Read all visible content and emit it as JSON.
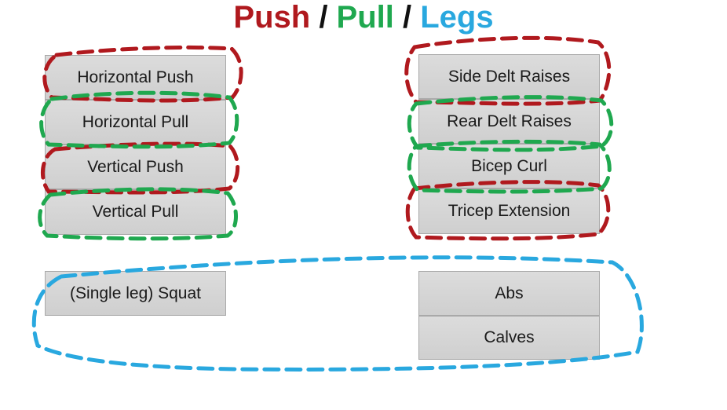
{
  "title": {
    "push": "Push",
    "slash1": " / ",
    "pull": "Pull",
    "slash2": " / ",
    "legs": "Legs"
  },
  "colors": {
    "push": "#b0191e",
    "pull": "#1fa84f",
    "legs": "#29a8df"
  },
  "left_column": [
    {
      "label": "Horizontal Push",
      "group": "push"
    },
    {
      "label": "Horizontal Pull",
      "group": "pull"
    },
    {
      "label": "Vertical Push",
      "group": "push"
    },
    {
      "label": "Vertical Pull",
      "group": "pull"
    }
  ],
  "right_column": [
    {
      "label": "Side Delt Raises",
      "group": "push"
    },
    {
      "label": "Rear Delt Raises",
      "group": "pull"
    },
    {
      "label": "Bicep Curl",
      "group": "pull"
    },
    {
      "label": "Tricep Extension",
      "group": "push"
    }
  ],
  "legs_left": [
    {
      "label": "(Single leg) Squat",
      "group": "legs"
    }
  ],
  "legs_right": [
    {
      "label": "Abs",
      "group": "legs"
    },
    {
      "label": "Calves",
      "group": "legs"
    }
  ]
}
